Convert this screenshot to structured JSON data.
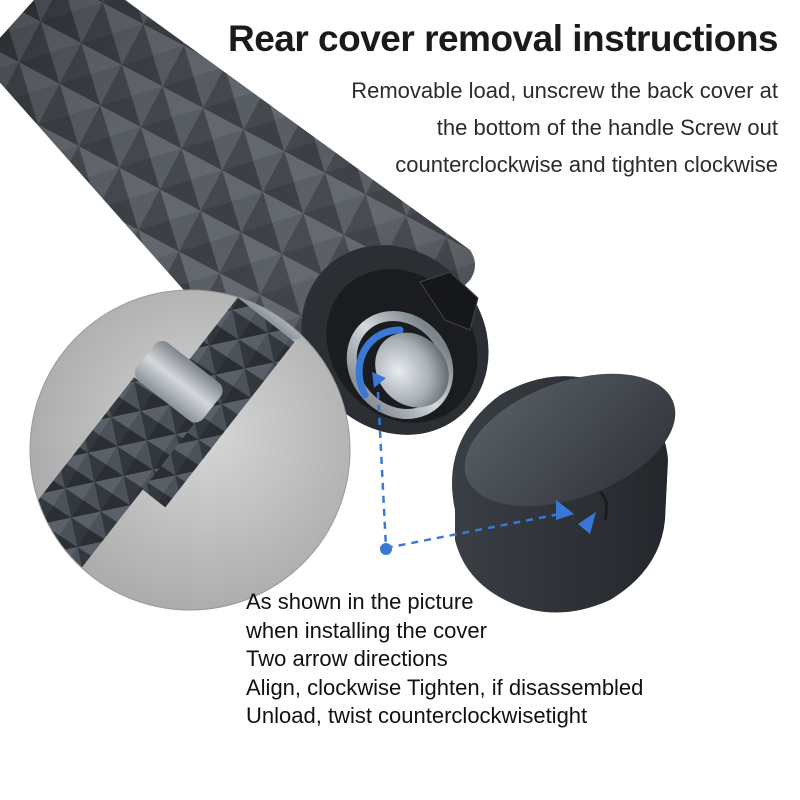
{
  "heading": {
    "title": "Rear cover removal instructions",
    "lines": [
      "Removable load, unscrew the back cover at",
      "the bottom of the handle Screw out",
      "counterclockwise and tighten clockwise"
    ]
  },
  "notes": {
    "lines": [
      "As shown in the picture",
      "when installing the cover",
      "Two arrow directions",
      "Align, clockwise Tighten, if disassembled",
      "Unload, twist counterclockwisetight"
    ]
  },
  "colors": {
    "accent_arrow": "#3a78d8",
    "handle_dark": "#3b3f44",
    "cap": "#4a5058",
    "text": "#1a1a1a"
  },
  "icons": {
    "arrow_marker": "blue-triangle-arrow",
    "guide_line": "dashed-blue-line"
  }
}
